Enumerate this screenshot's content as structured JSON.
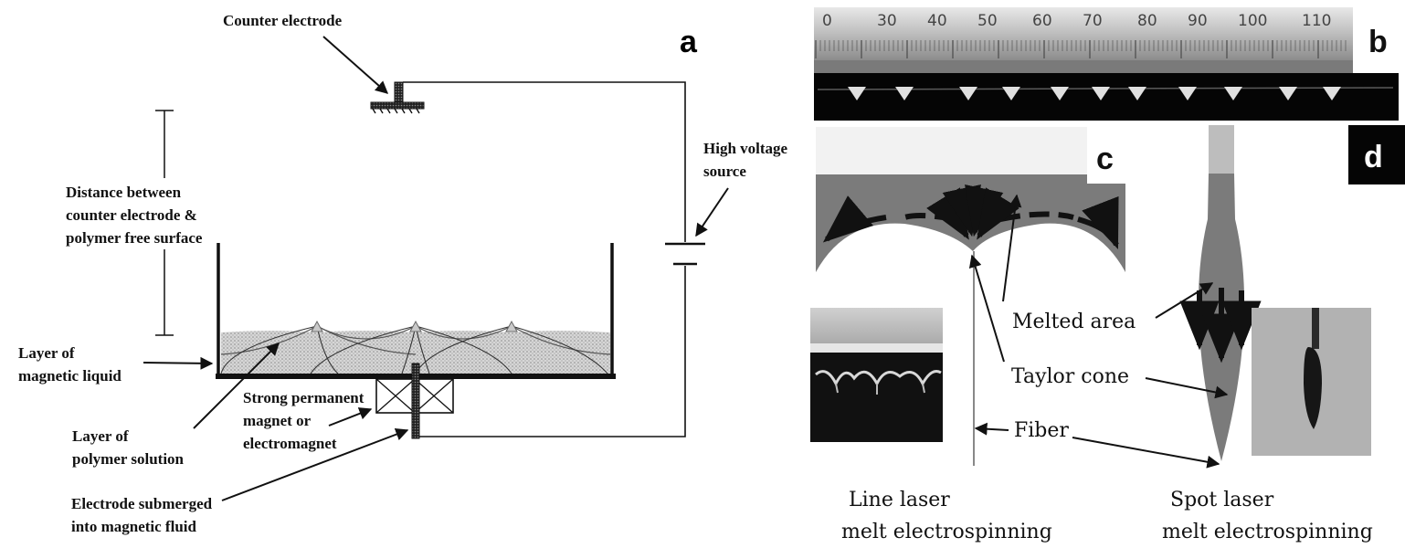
{
  "panel_a": {
    "letter": "a",
    "counter_electrode": "Counter electrode",
    "high_voltage": [
      "High voltage",
      "source"
    ],
    "distance": [
      "Distance between",
      "counter electrode &",
      "polymer free surface"
    ],
    "magnetic_liquid": [
      "Layer of",
      "magnetic liquid"
    ],
    "magnet": [
      "Strong permanent",
      "magnet or",
      "electromagnet"
    ],
    "polymer_solution": [
      "Layer of",
      "polymer solution"
    ],
    "submerged_electrode": [
      "Electrode submerged",
      "into magnetic fluid"
    ]
  },
  "panel_b": {
    "letter": "b",
    "ruler_numbers": [
      "0",
      "30",
      "40",
      "50",
      "60",
      "70",
      "80",
      "90",
      "100",
      "110"
    ]
  },
  "panel_c": {
    "letter": "c"
  },
  "panel_d": {
    "letter": "d"
  },
  "labels_cd": {
    "melted_area": "Melted area",
    "taylor_cone": "Taylor cone",
    "fiber": "Fiber",
    "line_laser": [
      "Line laser",
      "melt electrospinning"
    ],
    "spot_laser": [
      "Spot laser",
      "melt electrospinning"
    ]
  }
}
